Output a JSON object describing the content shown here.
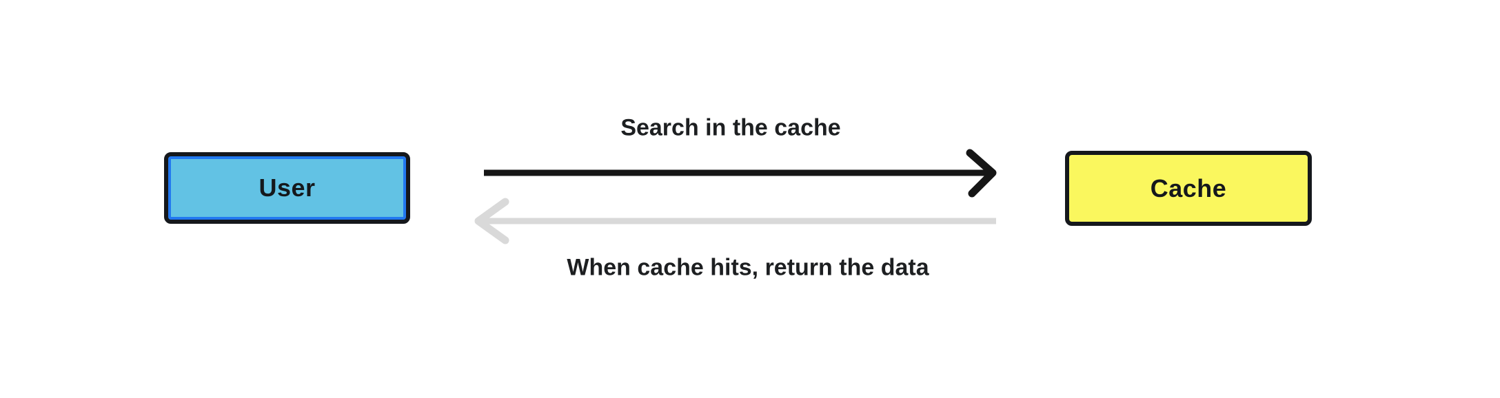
{
  "diagram": {
    "background": "#ffffff",
    "nodes": [
      {
        "id": "user",
        "label": "User",
        "fill": "#62c2e4",
        "border_color": "#15181c",
        "inner_border_color": "#2178f0"
      },
      {
        "id": "cache",
        "label": "Cache",
        "fill": "#faf75e",
        "border_color": "#15181c"
      }
    ],
    "edges": [
      {
        "from": "User",
        "to": "Cache",
        "direction": "right",
        "label": "Search in the cache",
        "color": "#161616"
      },
      {
        "from": "Cache",
        "to": "User",
        "direction": "left",
        "label": "When cache hits, return the data",
        "color": "#d9d9d9"
      }
    ]
  }
}
